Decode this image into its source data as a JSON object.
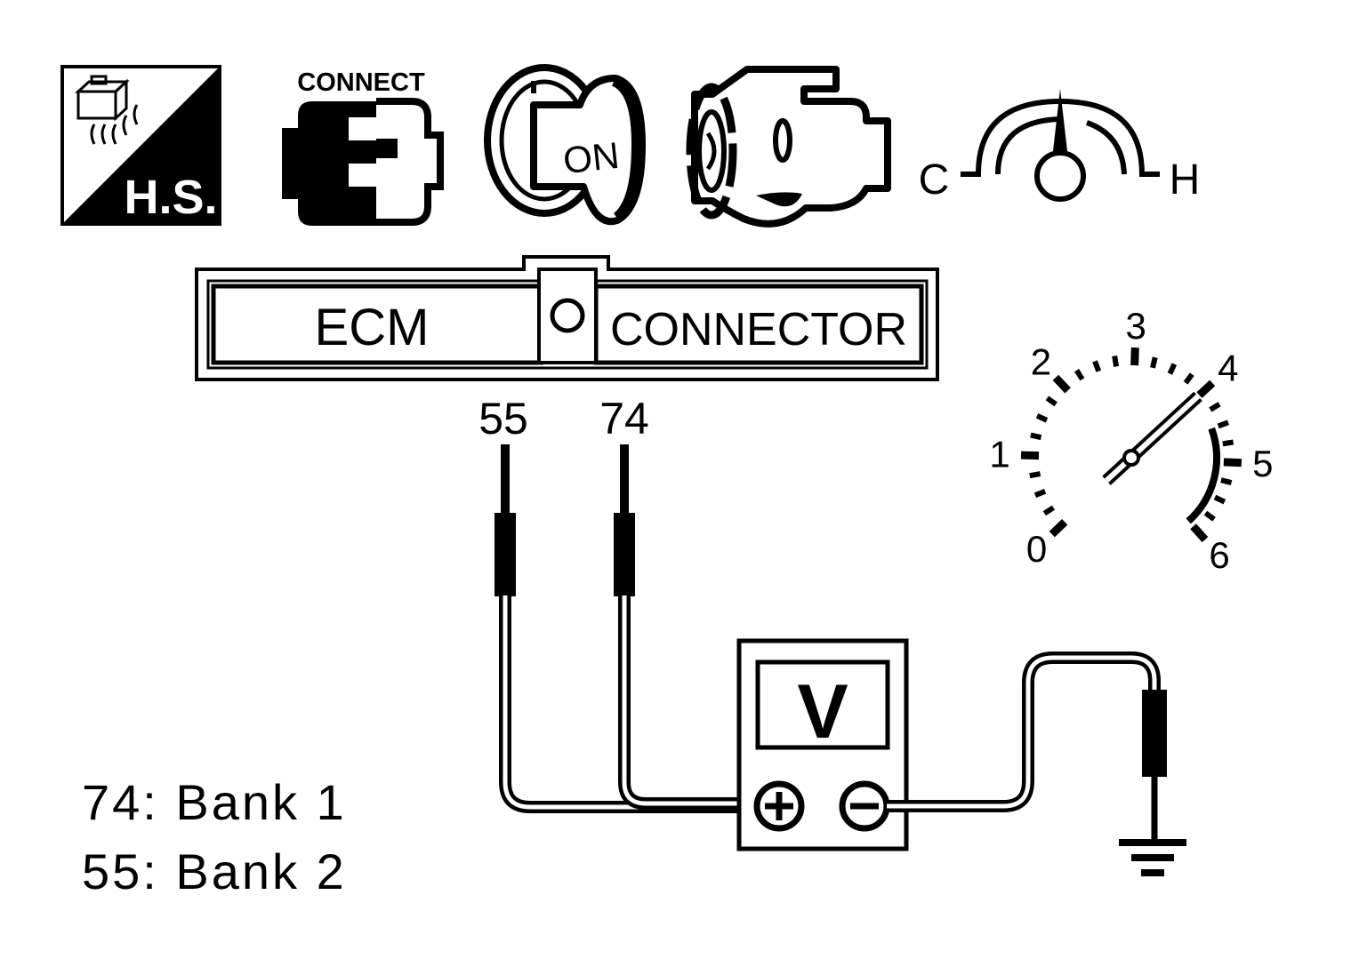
{
  "icons": {
    "hot_shot_label": "H.S.",
    "connect_label": "CONNECT",
    "ignition_label": "ON",
    "temp_cold_label": "C",
    "temp_hot_label": "H"
  },
  "ecm_connector": {
    "left_label": "ECM",
    "right_label": "CONNECTOR"
  },
  "terminals": {
    "bank2_pin": "55",
    "bank1_pin": "74"
  },
  "tachometer": {
    "tick_labels": [
      "0",
      "1",
      "2",
      "3",
      "4",
      "5",
      "6"
    ],
    "needle_value": 4
  },
  "voltmeter": {
    "label": "V",
    "positive_symbol": "+",
    "negative_symbol": "−"
  },
  "legend": {
    "line1": "74: Bank 1",
    "line2": "55: Bank 2"
  },
  "colors": {
    "ink": "#000000",
    "paper": "#ffffff"
  }
}
